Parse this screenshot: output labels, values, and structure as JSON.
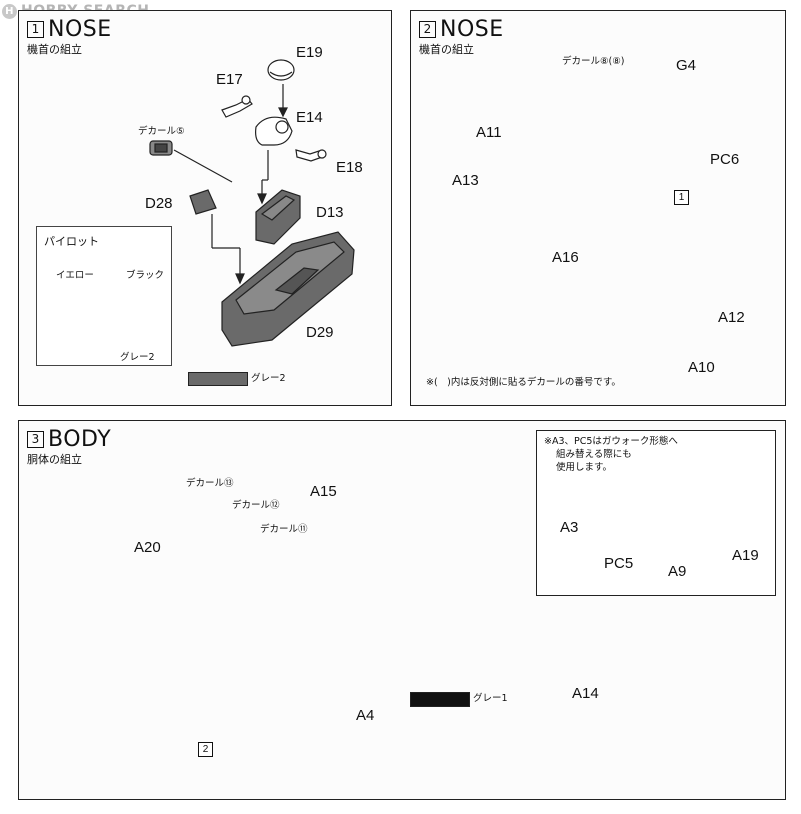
{
  "watermark": {
    "text": "HOBBY SEARCH",
    "logo": "H"
  },
  "step1": {
    "num": "1",
    "title": "NOSE",
    "subtitle": "機首の組立",
    "labels": {
      "e19": "E19",
      "e17": "E17",
      "e14": "E14",
      "e18": "E18",
      "decal5": "デカール⑤",
      "d28": "D28",
      "d13": "D13",
      "d29": "D29"
    },
    "pilot": {
      "title": "パイロット",
      "yellow": "イエロー",
      "black": "ブラック",
      "gray2": "グレー2"
    },
    "legend": {
      "label": "グレー2",
      "color": "#6a6a6a"
    }
  },
  "step2": {
    "num": "2",
    "title": "NOSE",
    "subtitle": "機首の組立",
    "labels": {
      "decal8": "デカール⑧(⑧)",
      "g4": "G4",
      "a11": "A11",
      "pc6": "PC6",
      "a13": "A13",
      "a16": "A16",
      "a12": "A12",
      "a10": "A10",
      "ref1": "1"
    },
    "note": "※(　)内は反対側に貼るデカールの番号です。"
  },
  "step3": {
    "num": "3",
    "title": "BODY",
    "subtitle": "胴体の組立",
    "labels": {
      "decal13": "デカール⑬",
      "decal12": "デカール⑫",
      "decal11": "デカール⑪",
      "a15": "A15",
      "a20": "A20",
      "a4": "A4",
      "a14": "A14",
      "ref2": "2",
      "a3": "A3",
      "pc5": "PC5",
      "a9": "A9",
      "a19": "A19"
    },
    "note_line1": "※A3、PC5はガウォーク形態へ",
    "note_line2": "組み替える際にも",
    "note_line3": "使用します。",
    "legend": {
      "label": "グレー1",
      "color": "#111111"
    }
  }
}
